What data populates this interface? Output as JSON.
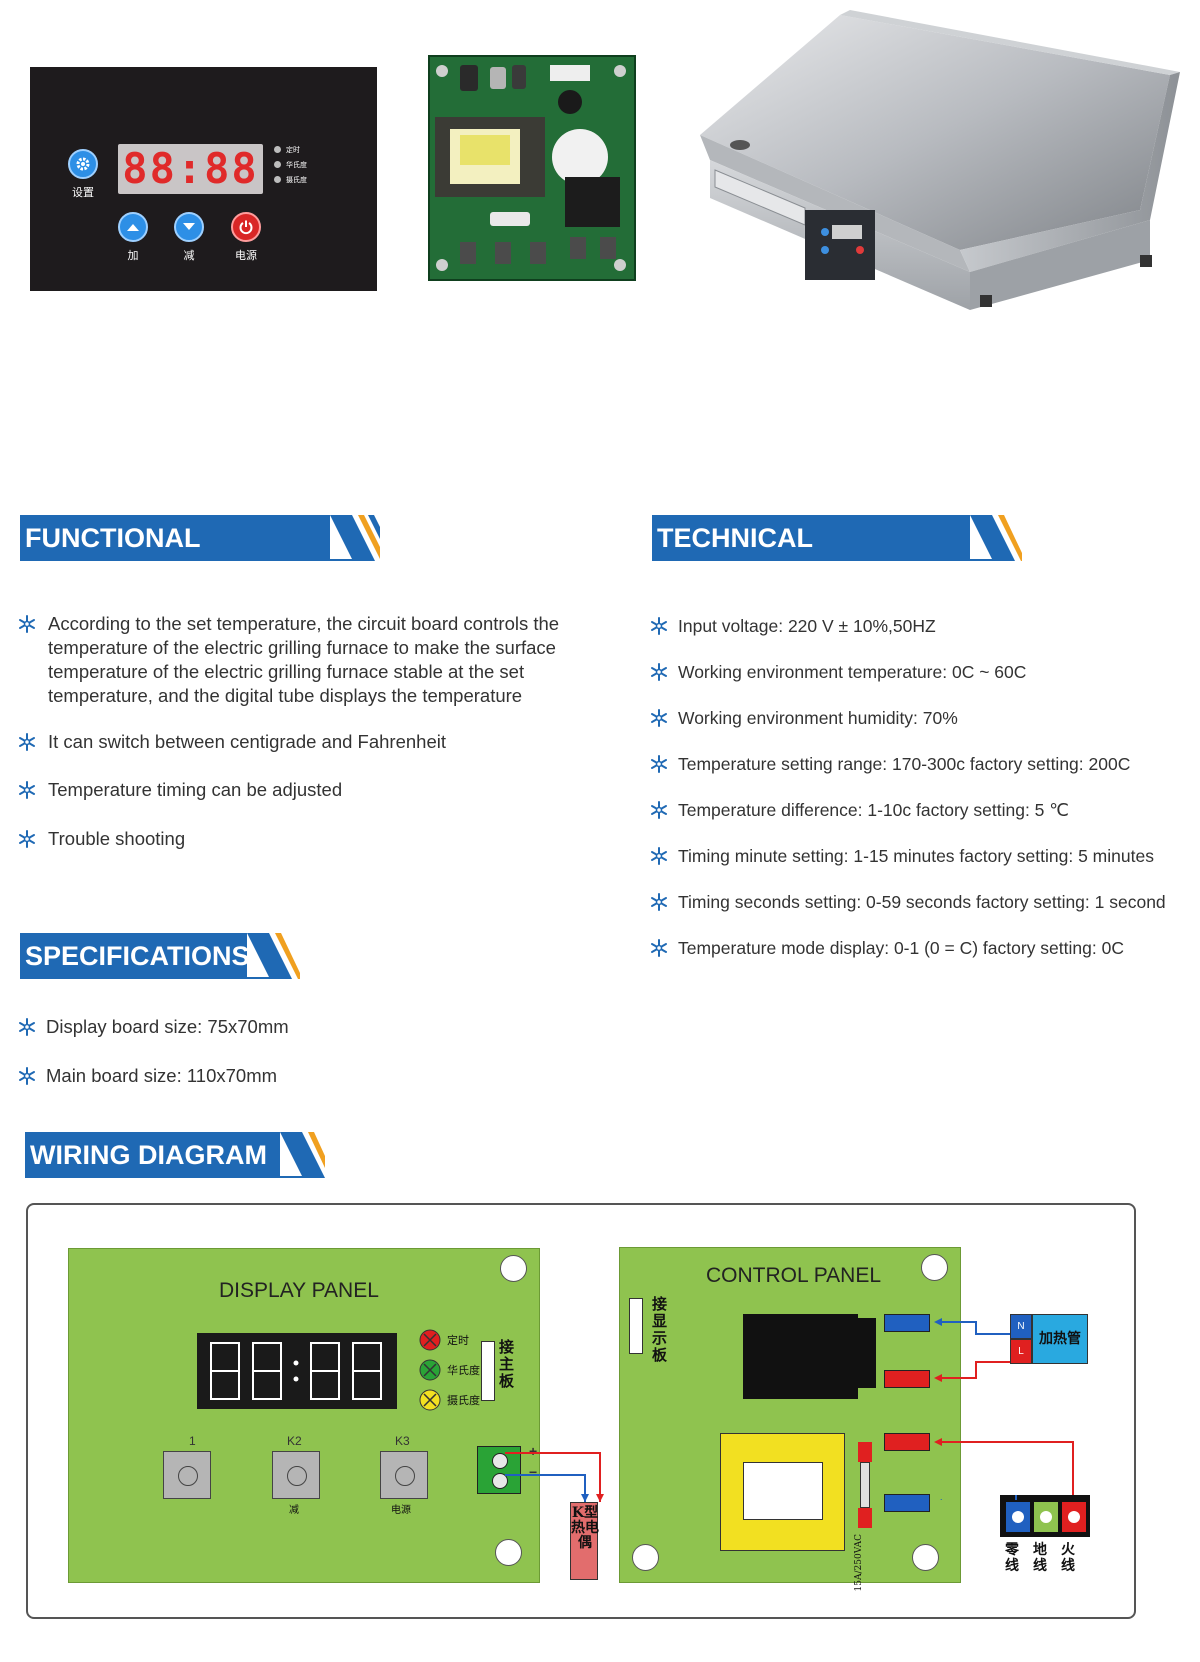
{
  "photos": {
    "display_panel": {
      "digits": "88:88",
      "set_label": "设置",
      "indicators": [
        "定时",
        "华氏度",
        "摄氏度"
      ],
      "buttons": [
        "加",
        "减",
        "电源"
      ]
    }
  },
  "sections": {
    "functional_features": {
      "title": "FUNCTIONAL FEATURES",
      "items": [
        "According to the set temperature, the circuit board controls the temperature of the electric grilling furnace to make the surface temperature of the electric grilling furnace stable at the set temperature, and the digital tube displays the temperature",
        "It can switch between centigrade and Fahrenheit",
        "Temperature timing can be adjusted",
        "Trouble shooting"
      ]
    },
    "technical_parameter": {
      "title": "TECHNICAL PARAMETER",
      "items": [
        "Input voltage: 220 V ± 10%,50HZ",
        "Working environment temperature: 0C ~ 60C",
        "Working environment humidity: 70%",
        "Temperature setting range: 170-300c factory setting: 200C",
        "Temperature difference: 1-10c factory setting: 5 ℃",
        "Timing minute setting: 1-15 minutes factory setting: 5 minutes",
        "Timing seconds setting: 0-59 seconds factory setting: 1 second",
        "Temperature mode display: 0-1 (0 = C) factory setting: 0C"
      ]
    },
    "specifications": {
      "title": "SPECIFICATIONS",
      "items": [
        "Display board size: 75x70mm",
        "Main board size: 110x70mm"
      ]
    },
    "wiring_diagram": {
      "title": "WIRING DIAGRAM"
    }
  },
  "wiring": {
    "display_panel": {
      "title": "DISPLAY PANEL",
      "indicators": [
        "定时",
        "华氏度",
        "摄氏度"
      ],
      "connector_label": "接主板",
      "keys": [
        "1",
        "K2",
        "K3"
      ],
      "key_captions": [
        "",
        "减",
        "电源"
      ],
      "thermocouple_label": "K型热电偶",
      "plus": "+",
      "minus": "−"
    },
    "control_panel": {
      "title": "CONTROL PANEL",
      "connector_label": "接显示板",
      "heater_label": "加热管",
      "heater_n": "N",
      "heater_l": "L",
      "fuse_label": "15A/250VAC",
      "terminals": [
        "零线",
        "地线",
        "火线"
      ]
    }
  },
  "colors": {
    "header_blue": "#1f69b4",
    "accent_orange": "#f0a020",
    "board_green": "#8fc34f",
    "wire_red": "#e02020",
    "wire_blue": "#2060c0"
  }
}
